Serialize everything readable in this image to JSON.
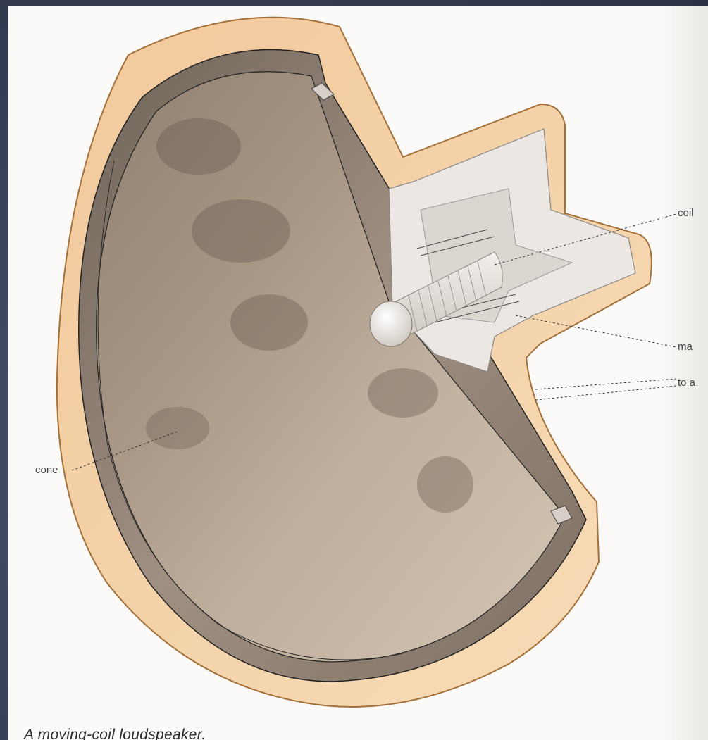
{
  "diagram": {
    "labels": {
      "coil": "coil",
      "magnet": "ma",
      "to_amplifier": "to a",
      "cone": "cone"
    },
    "caption": "A moving-coil loudspeaker."
  },
  "colors": {
    "slide_background": "#3a4258",
    "page": "#fbfaf8",
    "cone": "#b9a996",
    "casing": "#f3c999",
    "magnet": "#ece7e2"
  }
}
